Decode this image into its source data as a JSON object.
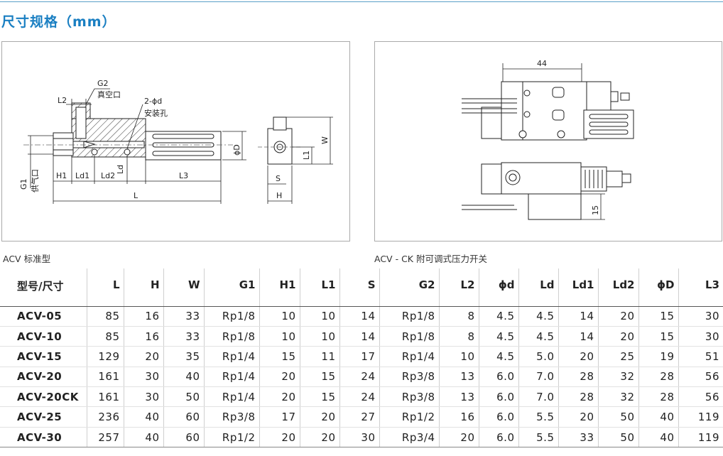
{
  "page_title": "尺寸规格（mm）",
  "diagram_left": {
    "caption": "ACV 标准型",
    "labels": {
      "g2": "G2",
      "vacuum_port": "真空口",
      "l2": "L2",
      "mount_hole_qty": "2-ϕd",
      "mount_hole": "安装孔",
      "ld": "Ld",
      "g1": "G1",
      "supply_port": "供气口",
      "h1": "H1",
      "ld1": "Ld1",
      "ld2": "Ld2",
      "l3": "L3",
      "l": "L",
      "phi_d": "ϕD",
      "s": "S",
      "h": "H",
      "l1": "L1",
      "w": "W"
    }
  },
  "diagram_right": {
    "caption": "ACV - CK 附可调式压力开关",
    "labels": {
      "dim_44": "44",
      "dim_15": "15"
    }
  },
  "table": {
    "headers": [
      "型号/尺寸",
      "L",
      "H",
      "W",
      "G1",
      "H1",
      "L1",
      "S",
      "G2",
      "L2",
      "ϕd",
      "Ld",
      "Ld1",
      "Ld2",
      "ϕD",
      "L3"
    ],
    "rows": [
      [
        "ACV-05",
        "85",
        "16",
        "33",
        "Rp1/8",
        "10",
        "10",
        "14",
        "Rp1/8",
        "8",
        "4.5",
        "4.5",
        "14",
        "20",
        "15",
        "30"
      ],
      [
        "ACV-10",
        "85",
        "16",
        "33",
        "Rp1/8",
        "10",
        "10",
        "14",
        "Rp1/8",
        "8",
        "4.5",
        "4.5",
        "14",
        "20",
        "15",
        "30"
      ],
      [
        "ACV-15",
        "129",
        "20",
        "35",
        "Rp1/4",
        "15",
        "11",
        "17",
        "Rp1/4",
        "10",
        "4.5",
        "5.0",
        "20",
        "25",
        "19",
        "51"
      ],
      [
        "ACV-20",
        "161",
        "30",
        "40",
        "Rp1/4",
        "20",
        "15",
        "24",
        "Rp3/8",
        "13",
        "6.0",
        "7.0",
        "28",
        "32",
        "28",
        "56"
      ],
      [
        "ACV-20CK",
        "161",
        "30",
        "50",
        "Rp1/4",
        "20",
        "15",
        "24",
        "Rp3/8",
        "13",
        "6.0",
        "7.0",
        "28",
        "32",
        "28",
        "56"
      ],
      [
        "ACV-25",
        "236",
        "40",
        "60",
        "Rp3/8",
        "17",
        "20",
        "27",
        "Rp1/2",
        "16",
        "6.0",
        "5.5",
        "20",
        "50",
        "40",
        "119"
      ],
      [
        "ACV-30",
        "257",
        "40",
        "60",
        "Rp1/2",
        "20",
        "20",
        "30",
        "Rp3/4",
        "20",
        "6.0",
        "5.5",
        "33",
        "50",
        "40",
        "119"
      ]
    ]
  }
}
